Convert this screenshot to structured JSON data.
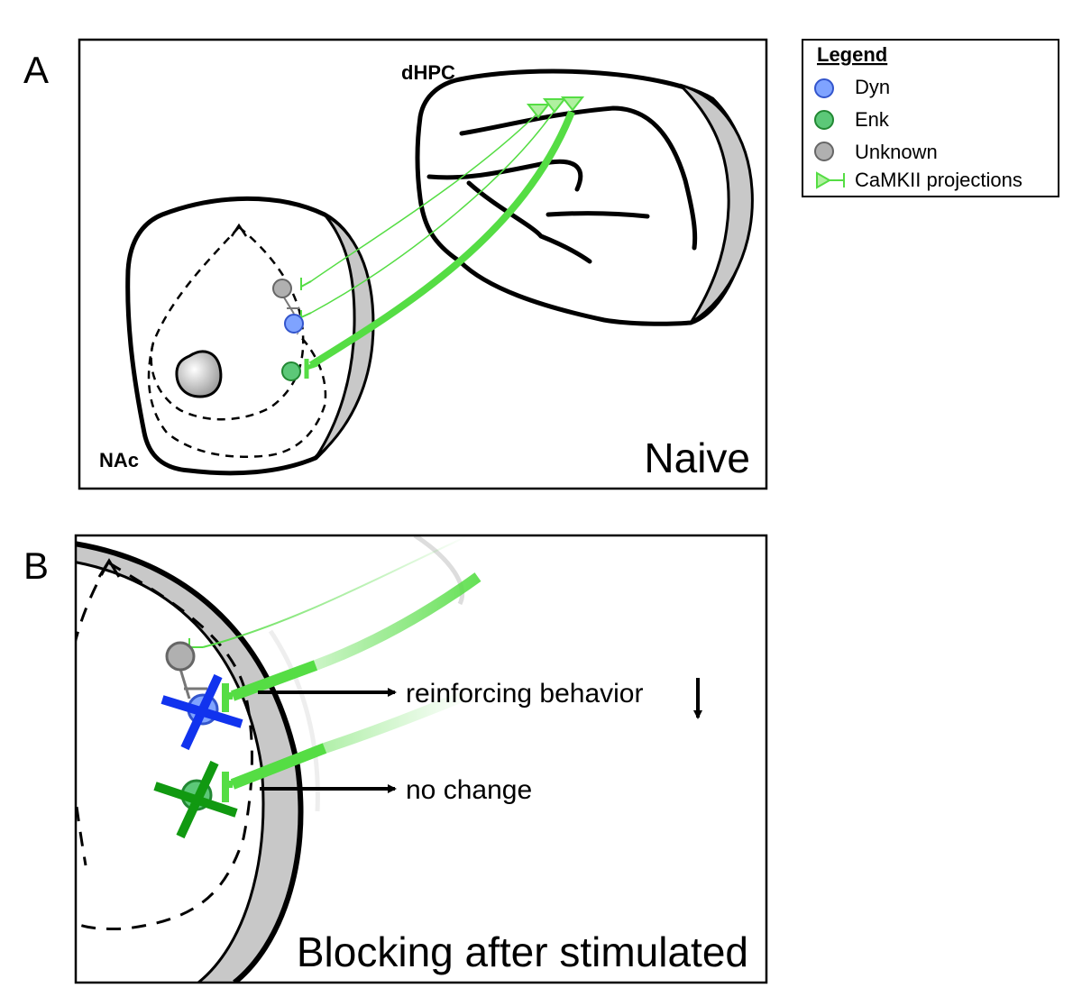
{
  "panel_a": {
    "letter": "A",
    "region_top": "dHPC",
    "region_bottom": "NAc",
    "condition": "Naive"
  },
  "panel_b": {
    "letter": "B",
    "effect_top": "reinforcing behavior",
    "effect_bottom": "no change",
    "condition": "Blocking after stimulated"
  },
  "legend": {
    "title": "Legend",
    "items": [
      {
        "label": "Dyn",
        "color": "#7fa3ff",
        "marker": "circle"
      },
      {
        "label": "Enk",
        "color": "#5cc878",
        "marker": "circle"
      },
      {
        "label": "Unknown",
        "color": "#b0b0b0",
        "marker": "circle"
      },
      {
        "label": "CaMKII projections",
        "color": "#55dd44",
        "marker": "terminal-icon"
      }
    ]
  },
  "colors": {
    "projection_green": "#55dd44",
    "block_blue": "#1133ee",
    "block_green": "#119911",
    "cortex_gray": "#c8c8c8"
  }
}
